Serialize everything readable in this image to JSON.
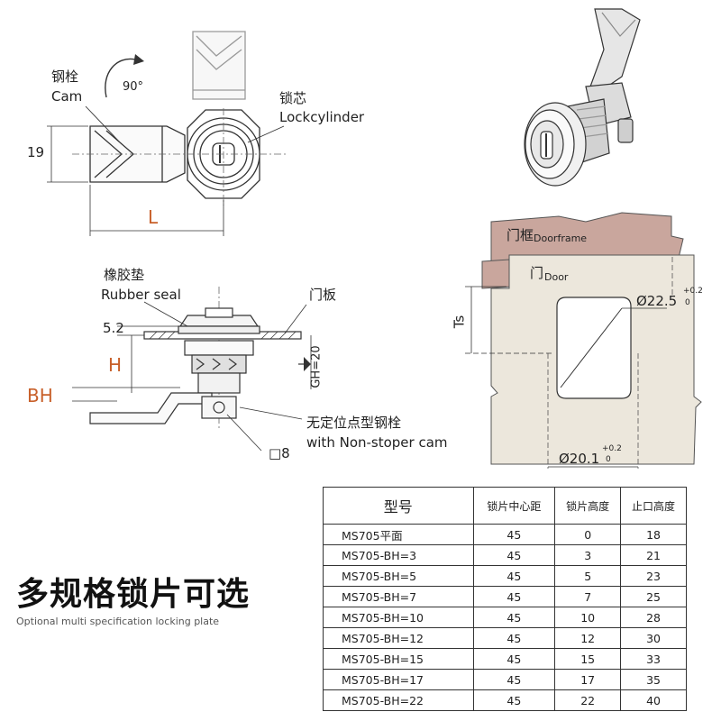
{
  "labels": {
    "cam_cn": "钢栓",
    "cam_en": "Cam",
    "rotation": "90°",
    "height_19": "19",
    "length_L": "L",
    "cylinder_cn": "锁芯",
    "cylinder_en": "Lockcylinder",
    "seal_cn": "橡胶垫",
    "seal_en": "Rubber seal",
    "panel_cn": "门板",
    "dim_52": "5.2",
    "dim_H": "H",
    "dim_BH": "BH",
    "dim_GH": "GH=20",
    "cam_type_cn": "无定位点型钢栓",
    "cam_type_en": "with Non-stoper cam",
    "square": "□8",
    "doorframe_cn": "门框",
    "doorframe_en": "Doorframe",
    "door_cn": "门",
    "door_en": "Door",
    "ts": "Ts",
    "dia_225": "Ø22.5",
    "tol_225_up": "+0.2",
    "tol_225_low": "0",
    "dia_201": "Ø20.1",
    "tol_201_up": "+0.2",
    "tol_201_low": "0"
  },
  "headline": "多规格锁片可选",
  "subline": "Optional multi specification locking plate",
  "table": {
    "headers": [
      "型号",
      "锁片中心距",
      "锁片高度",
      "止口高度"
    ],
    "rows": [
      [
        "MS705平面",
        "45",
        "0",
        "18"
      ],
      [
        "MS705-BH=3",
        "45",
        "3",
        "21"
      ],
      [
        "MS705-BH=5",
        "45",
        "5",
        "23"
      ],
      [
        "MS705-BH=7",
        "45",
        "7",
        "25"
      ],
      [
        "MS705-BH=10",
        "45",
        "10",
        "28"
      ],
      [
        "MS705-BH=12",
        "45",
        "12",
        "30"
      ],
      [
        "MS705-BH=15",
        "45",
        "15",
        "33"
      ],
      [
        "MS705-BH=17",
        "45",
        "17",
        "35"
      ],
      [
        "MS705-BH=22",
        "45",
        "22",
        "40"
      ]
    ]
  },
  "colors": {
    "accent_orange": "#c8602a",
    "doorframe_fill": "#c9a69d",
    "door_fill": "#ece7dc"
  }
}
